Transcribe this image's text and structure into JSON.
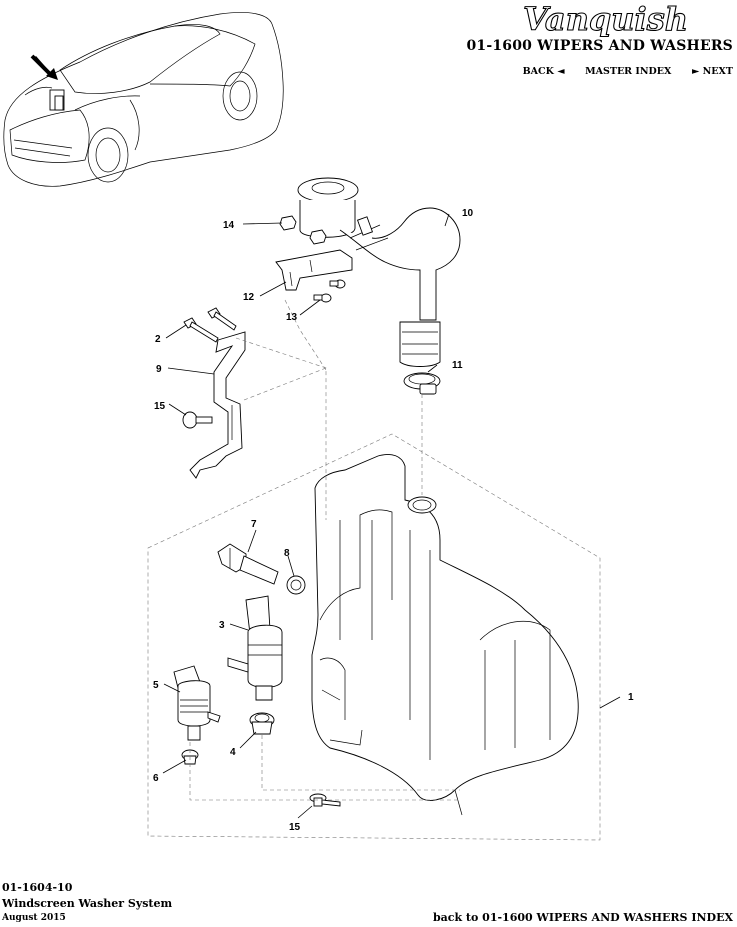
{
  "header": {
    "brand": "Vanquish",
    "section_title": "01-1600 WIPERS AND WASHERS",
    "nav": {
      "back": "BACK",
      "master_index": "MASTER INDEX",
      "next": "NEXT"
    }
  },
  "diagram": {
    "callouts": [
      "14",
      "10",
      "12",
      "13",
      "2",
      "9",
      "15",
      "11",
      "7",
      "8",
      "3",
      "5",
      "4",
      "6",
      "1",
      "15"
    ]
  },
  "footer": {
    "code": "01-1604-10",
    "title": "Windscreen Washer System",
    "date": "August 2015",
    "back_link": "back to 01-1600 WIPERS AND WASHERS INDEX"
  }
}
